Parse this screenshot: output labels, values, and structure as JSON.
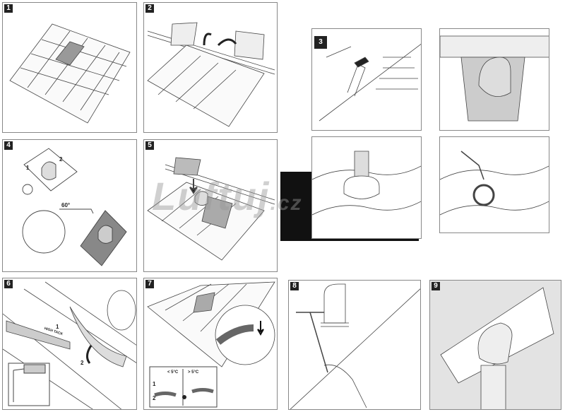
{
  "steps": [
    {
      "number": "1"
    },
    {
      "number": "2"
    },
    {
      "number": "3"
    },
    {
      "number": "4"
    },
    {
      "number": "5"
    },
    {
      "number": "6"
    },
    {
      "number": "7"
    },
    {
      "number": "8"
    },
    {
      "number": "9"
    }
  ],
  "step4": {
    "angle": "60°",
    "mark1": "1",
    "mark2": "2"
  },
  "step6": {
    "tube_text": "HIGH TACK",
    "mark1": "1",
    "mark2": "2"
  },
  "step7": {
    "cold": "< 5°C",
    "warm": "> 5°C",
    "mark1": "1",
    "mark2": "2"
  },
  "watermark": {
    "text": "Luftuj",
    "suffix": ".cz"
  }
}
